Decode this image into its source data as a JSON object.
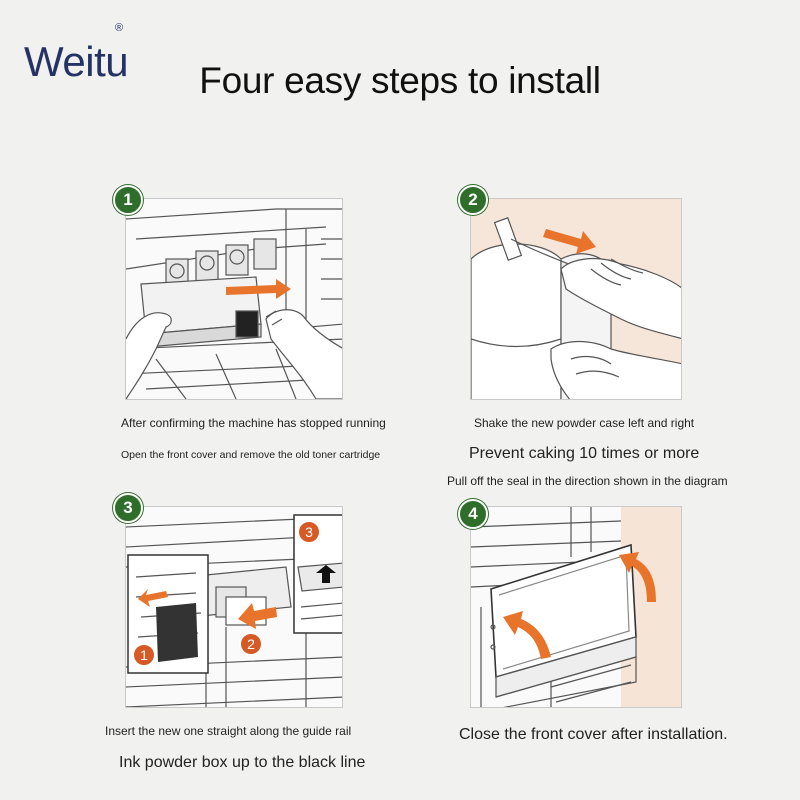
{
  "brand": {
    "name": "Weitu",
    "mark": "®"
  },
  "title": "Four easy steps to install",
  "steps": [
    {
      "number": "1",
      "caption_1": "After confirming the machine has stopped running",
      "caption_2": "Open the front cover and remove the old toner cartridge"
    },
    {
      "number": "2",
      "caption_1": "Shake the new powder case left and right",
      "caption_2": "Prevent caking 10 times or more",
      "caption_3": "Pull off the seal in the direction shown in the diagram"
    },
    {
      "number": "3",
      "caption_1": "Insert the new one straight along the guide rail",
      "caption_2": "Ink powder box up to the black line",
      "callouts": [
        "1",
        "2",
        "3"
      ]
    },
    {
      "number": "4",
      "caption_1": "Close the front cover after installation."
    }
  ],
  "colors": {
    "brand": "#243266",
    "badge": "#2f6e2a",
    "arrow": "#e8742c",
    "callout": "#d65a26",
    "step2_bg": "#f6e6d9",
    "step4_wall": "#f6e4d6"
  }
}
